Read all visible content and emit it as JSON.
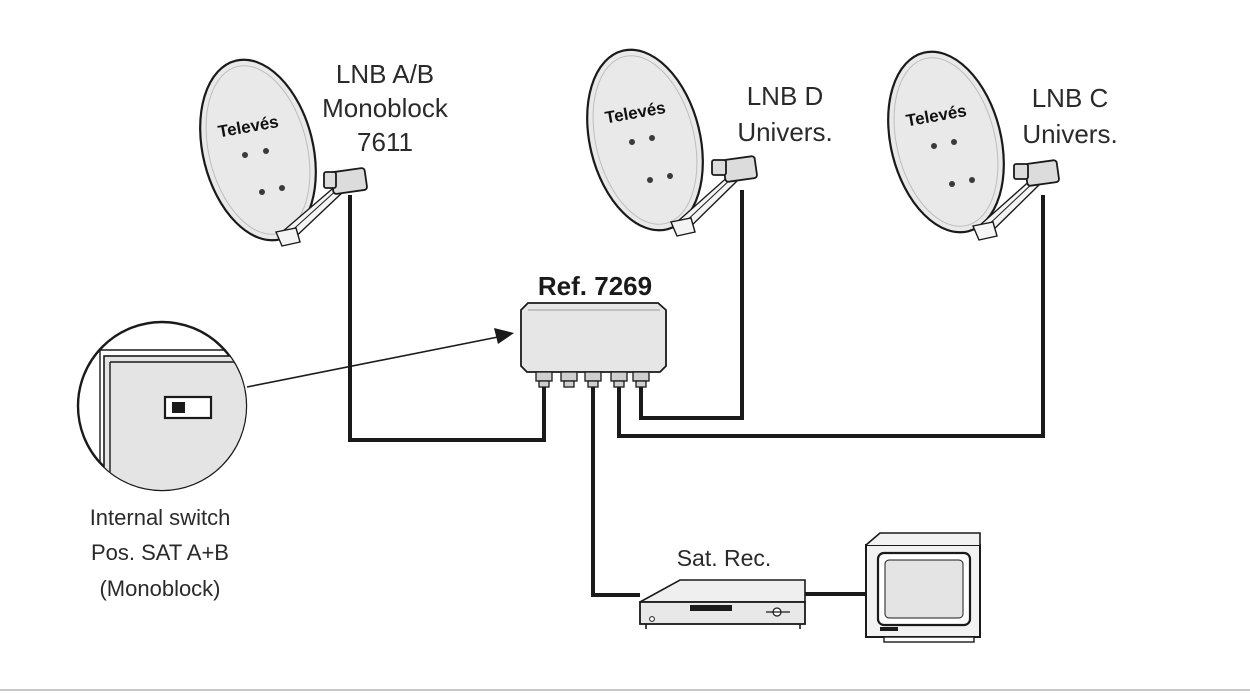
{
  "labels": {
    "lnb_ab": [
      "LNB A/B",
      "Monoblock",
      "7611"
    ],
    "lnb_d": [
      "LNB D",
      "Univers."
    ],
    "lnb_c": [
      "LNB C",
      "Univers."
    ],
    "ref": "Ref. 7269",
    "switch": [
      "Internal switch",
      "Pos. SAT A+B",
      "(Monoblock)"
    ],
    "receiver": "Sat. Rec."
  },
  "dish_brand": "Televés",
  "colors": {
    "line": "#1a1a1a",
    "fill_light": "#e6e6e6",
    "text": "#2a2a2a"
  }
}
